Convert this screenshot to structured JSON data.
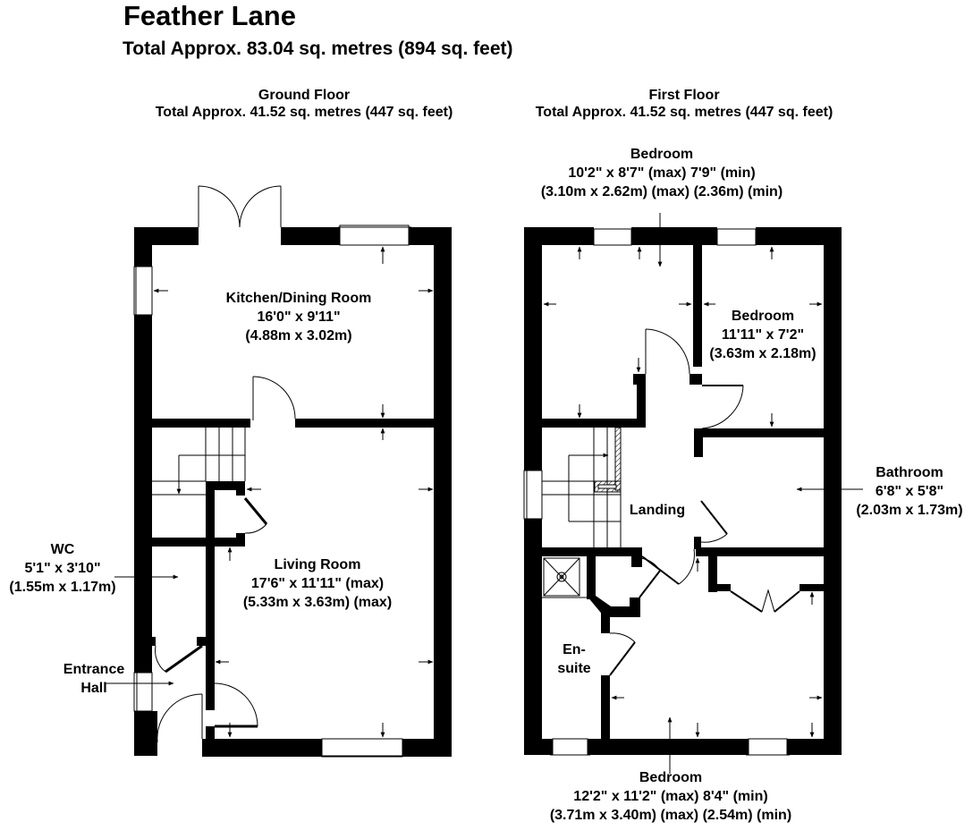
{
  "header": {
    "title": "Feather Lane",
    "total_area": "Total Approx. 83.04 sq. metres (894 sq. feet)"
  },
  "ground_floor": {
    "name": "Ground Floor",
    "area": "Total Approx. 41.52 sq. metres (447 sq. feet)",
    "rooms": {
      "kitchen": {
        "name": "Kitchen/Dining Room",
        "imperial": "16'0\" x 9'11\"",
        "metric": "(4.88m x 3.02m)"
      },
      "living": {
        "name": "Living Room",
        "imperial": "17'6\" x 11'11\" (max)",
        "metric": "(5.33m x 3.63m) (max)"
      },
      "wc": {
        "name": "WC",
        "imperial": "5'1\" x 3'10\"",
        "metric": "(1.55m x 1.17m)"
      },
      "hall": {
        "name_line1": "Entrance",
        "name_line2": "Hall"
      }
    }
  },
  "first_floor": {
    "name": "First Floor",
    "area": "Total Approx. 41.52 sq. metres (447 sq. feet)",
    "rooms": {
      "bedroom_top": {
        "name": "Bedroom",
        "imperial": "10'2\" x 8'7\" (max) 7'9\" (min)",
        "metric": "(3.10m x 2.62m) (max) (2.36m) (min)"
      },
      "bedroom_right": {
        "name": "Bedroom",
        "imperial": "11'11\" x 7'2\"",
        "metric": "(3.63m x 2.18m)"
      },
      "bathroom": {
        "name": "Bathroom",
        "imperial": "6'8\" x 5'8\"",
        "metric": "(2.03m x 1.73m)"
      },
      "landing": {
        "name": "Landing"
      },
      "ensuite": {
        "name_line1": "En-",
        "name_line2": "suite"
      },
      "bedroom_bottom": {
        "name": "Bedroom",
        "imperial": "12'2\" x 11'2\" (max) 8'4\" (min)",
        "metric": "(3.71m x 3.40m) (max) (2.54m) (min)"
      }
    }
  },
  "colors": {
    "wall": "#000000",
    "background": "#ffffff",
    "line": "#000000"
  }
}
